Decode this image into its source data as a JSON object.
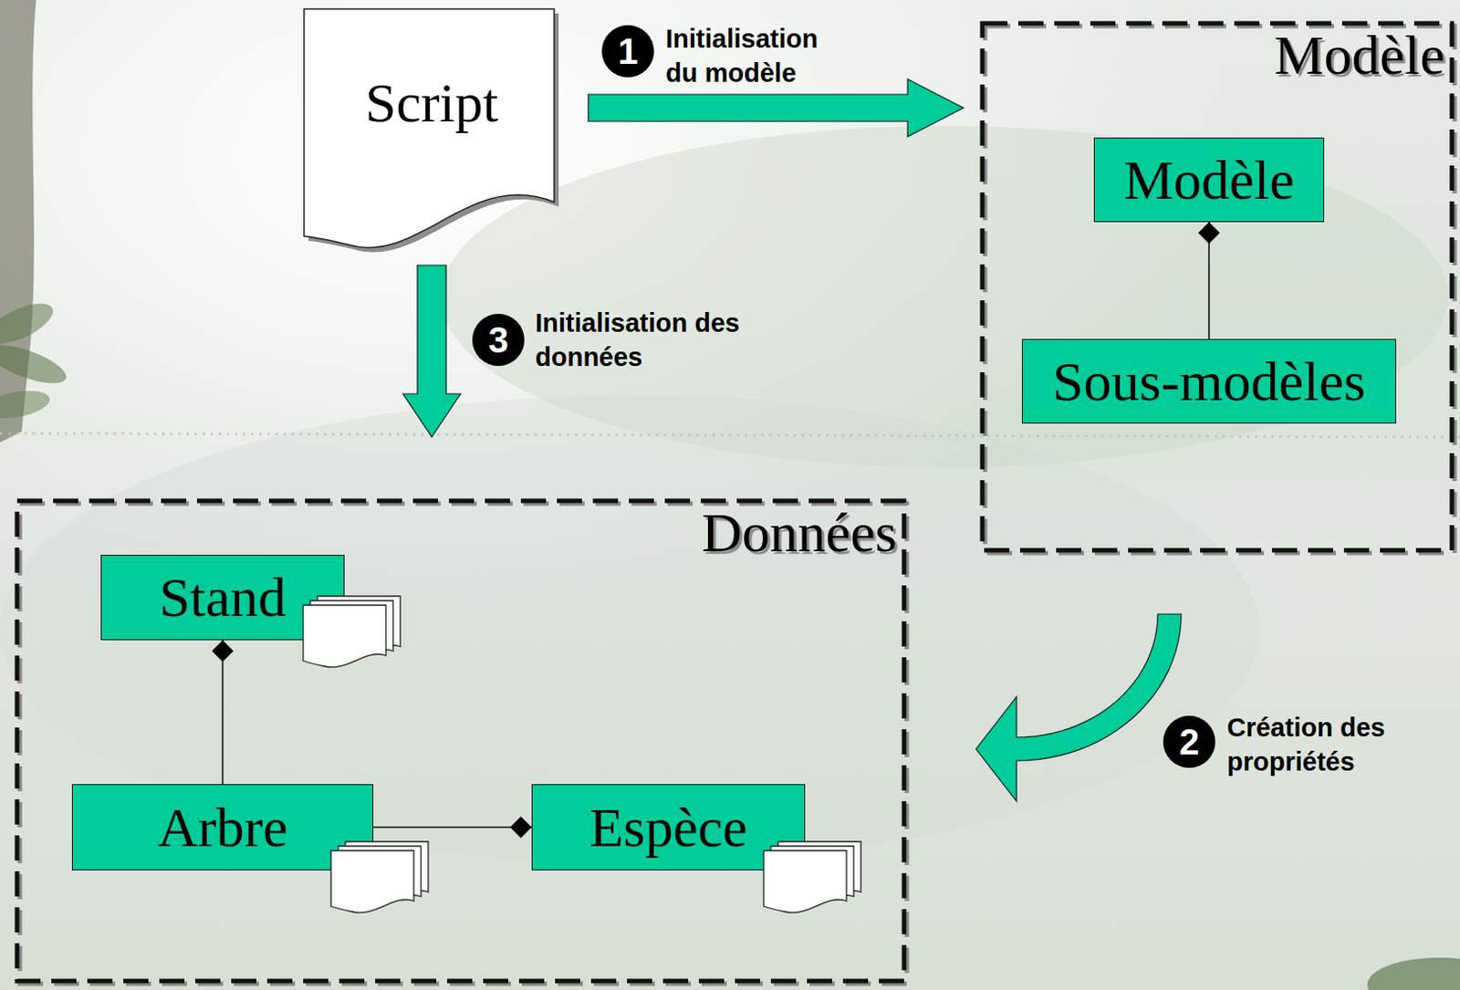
{
  "diagram": {
    "nodes": [
      {
        "text": [
          "Script"
        ]
      },
      {
        "text": [
          "Modèle"
        ]
      },
      {
        "text": [
          "Modèle"
        ],
        "in": 1
      },
      {
        "text": [
          "Sous-modèles"
        ],
        "in": 1
      },
      {
        "text": [
          "Données"
        ]
      },
      {
        "text": [
          "Stand"
        ],
        "in": 4
      },
      {
        "text": [
          "Arbre"
        ],
        "in": 4
      },
      {
        "text": [
          "Espèce"
        ],
        "in": 4
      }
    ],
    "edges": [
      {
        "from": 0,
        "to": 1,
        "arrow": "to",
        "label": "Initialisation du modèle"
      },
      {
        "from": 3,
        "to": 2,
        "arrow": "to"
      },
      {
        "from": 1,
        "to": 4,
        "arrow": "to",
        "label": "Création des propriétés"
      },
      {
        "from": 0,
        "to": 4,
        "arrow": "to",
        "label": "Initialisation des données"
      },
      {
        "from": 6,
        "to": 5,
        "arrow": "to"
      },
      {
        "from": 6,
        "to": 7,
        "arrow": "to"
      }
    ],
    "labels": [
      "1",
      "2",
      "3"
    ]
  }
}
